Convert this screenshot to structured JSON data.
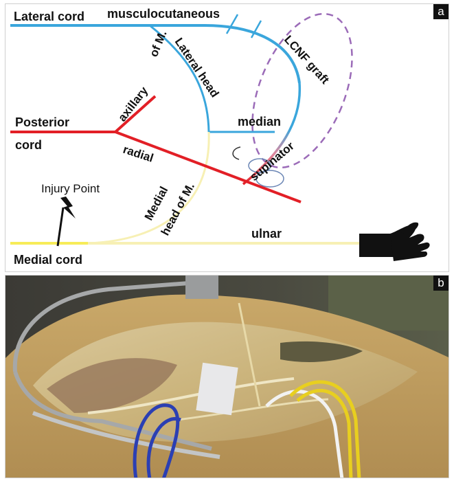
{
  "panel_a": {
    "letter": "a",
    "labels": {
      "lateral_cord": "Lateral cord",
      "musculocutaneous": "musculocutaneous",
      "lateral_head": "Lateral head",
      "of_m": "of M.",
      "lcnf_graft": "LCNF graft",
      "axillary": "axillary",
      "posterior": "Posterior",
      "cord": "cord",
      "radial": "radial",
      "median": "median",
      "supinator": "supinator",
      "injury_point": "Injury Point",
      "medial": "Medial",
      "head_of_m": "head of M.",
      "ulnar": "ulnar",
      "medial_cord": "Medial cord"
    },
    "colors": {
      "lateral": "#3aa6dc",
      "posterior": "#e21f26",
      "medial": "#f7ec58",
      "medial_light": "#f7f0b4",
      "graft_outline": "#9b6bb8",
      "bolt": "#111111",
      "hand": "#111111"
    }
  },
  "panel_b": {
    "letter": "b"
  }
}
